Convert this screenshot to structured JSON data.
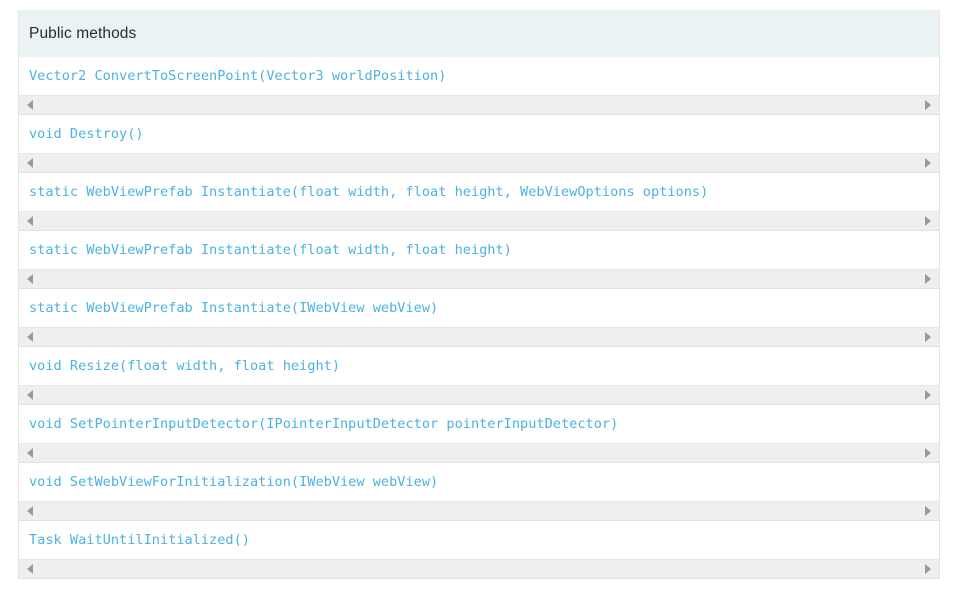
{
  "section": {
    "title": "Public methods",
    "header_background": "#eaf2f4",
    "code_color": "#4cb3e0",
    "scrollbar_track_color": "#efefef",
    "scrollbar_arrow_color": "#9a9a9a",
    "border_color": "#e4e4e4",
    "left_arrow_icon": "scroll-left-arrow",
    "right_arrow_icon": "scroll-right-arrow"
  },
  "methods": [
    {
      "signature": "Vector2 ConvertToScreenPoint(Vector3 worldPosition)"
    },
    {
      "signature": "void Destroy()"
    },
    {
      "signature": "static WebViewPrefab Instantiate(float width, float height, WebViewOptions options)"
    },
    {
      "signature": "static WebViewPrefab Instantiate(float width, float height)"
    },
    {
      "signature": "static WebViewPrefab Instantiate(IWebView webView)"
    },
    {
      "signature": "void Resize(float width, float height)"
    },
    {
      "signature": "void SetPointerInputDetector(IPointerInputDetector pointerInputDetector)"
    },
    {
      "signature": "void SetWebViewForInitialization(IWebView webView)"
    },
    {
      "signature": "Task WaitUntilInitialized()"
    }
  ]
}
